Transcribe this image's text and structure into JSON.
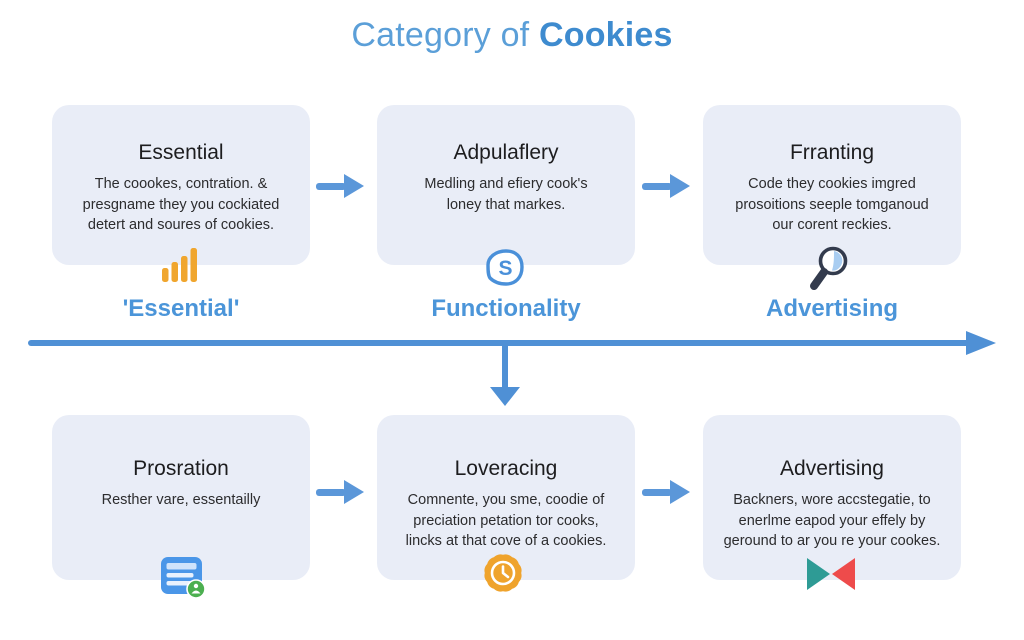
{
  "title": {
    "light": "Category of ",
    "bold": "Cookies"
  },
  "top_row": {
    "cards": [
      {
        "title": "Essential",
        "body": "The coookes, contration. &\npresgname they you cockiated\ndetert and soures of cookies.",
        "icon": "bar-chart-icon",
        "label": "'Essential'"
      },
      {
        "title": "Adpulaflery",
        "body": "Medling and efiery cook's\nloney that markes.",
        "icon": "s-bubble-icon",
        "label": "Functionality"
      },
      {
        "title": "Frranting",
        "body": "Code they cookies imgred\nprosoitions seeple tomganoud\nour corent reckies.",
        "icon": "magnifier-icon",
        "label": "Advertising"
      }
    ]
  },
  "bottom_row": {
    "cards": [
      {
        "title": "Prosration",
        "body": "Resther vare, essentailly",
        "icon": "form-document-icon"
      },
      {
        "title": "Loveracing",
        "body": "Comnente, you sme, coodie of\npreciation petation tor cooks,\nlincks at that cove of a cookies.",
        "icon": "badge-clock-icon"
      },
      {
        "title": "Advertising",
        "body": "Backners, wore accstegatie, to\nenerlme eapod your effely by\ngeround to ar you re your cookes.",
        "icon": "bowtie-icon"
      }
    ]
  },
  "colors": {
    "card_background": "#e9edf7",
    "title_light_blue": "#5b9fd8",
    "title_bold_blue": "#3e8bcf",
    "label_blue": "#4b95d9",
    "arrow_blue": "#4f90d5",
    "icon_orange": "#f0a62e",
    "icon_blue": "#4a90d9",
    "icon_dark_navy": "#333b4d",
    "icon_lens_blue": "#a9cdf1",
    "icon_green": "#4caf50",
    "icon_teal": "#2e9b95",
    "icon_red": "#ee4b4b"
  }
}
